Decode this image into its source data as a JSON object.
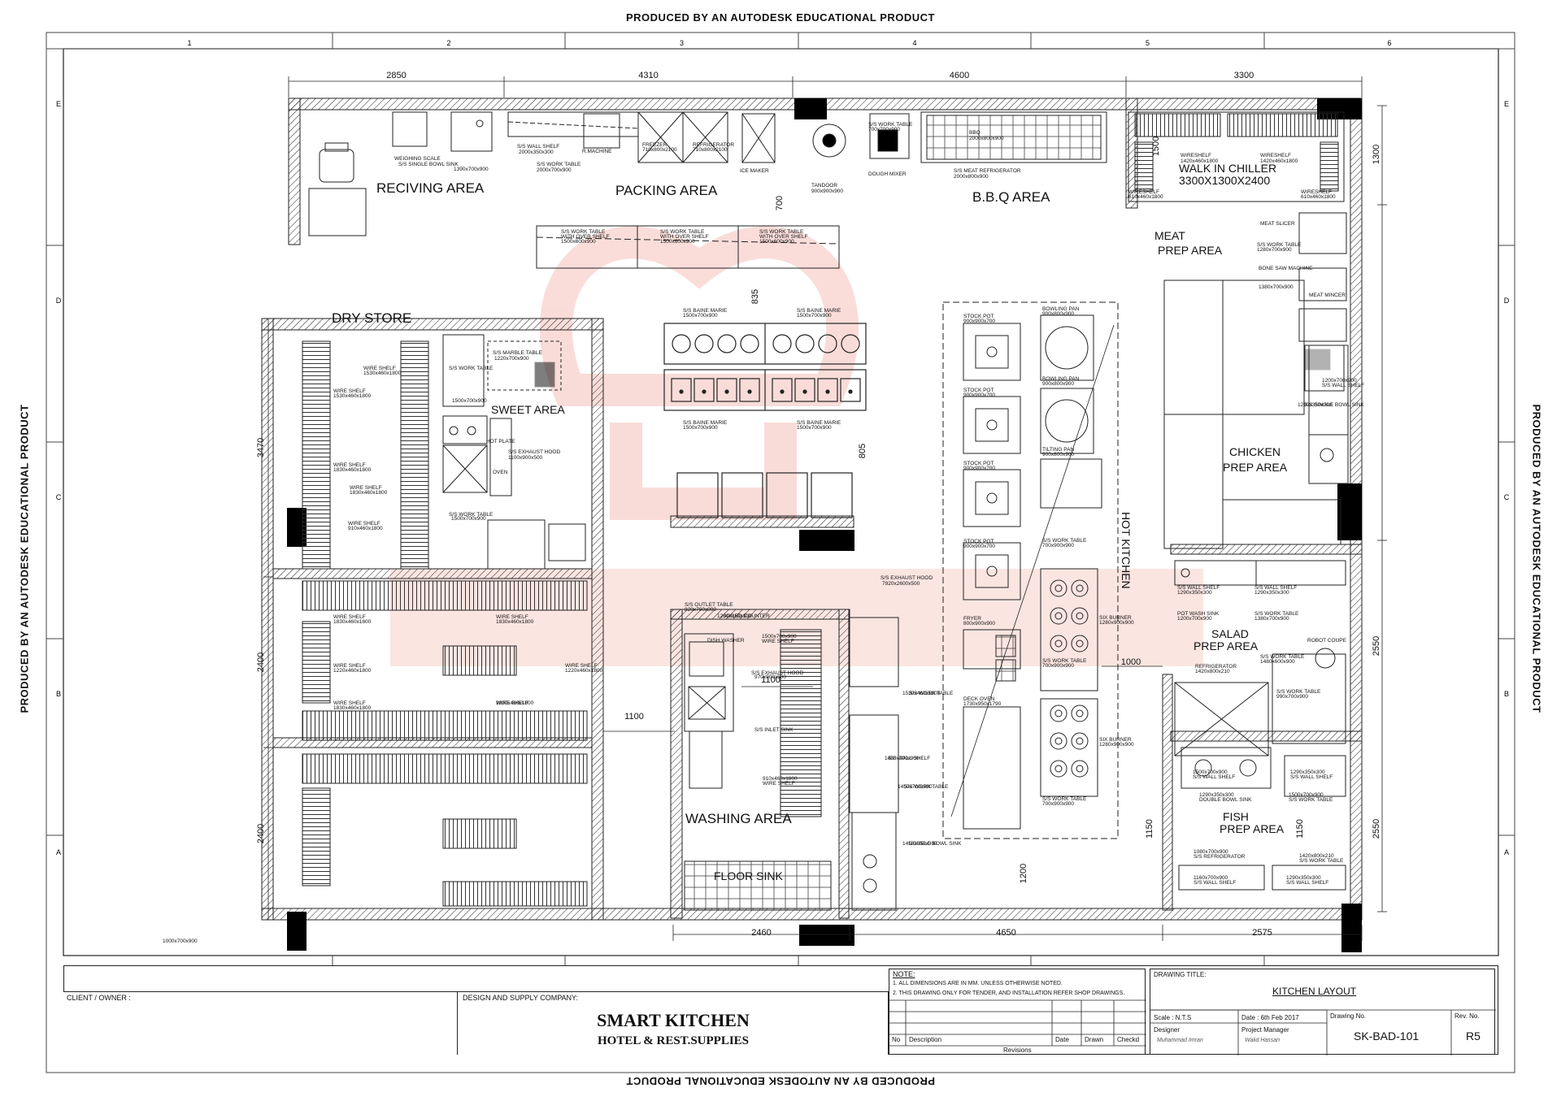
{
  "watermark": "PRODUCED BY AN AUTODESK EDUCATIONAL PRODUCT",
  "grid": {
    "columns": [
      "1",
      "2",
      "3",
      "4",
      "5",
      "6"
    ],
    "rows": [
      "E",
      "D",
      "C",
      "B",
      "A"
    ]
  },
  "dimensions": {
    "top": [
      "2850",
      "4310",
      "4600",
      "3300"
    ],
    "bottom": [
      "2460",
      "4650",
      "2575"
    ],
    "left": [
      "3470",
      "2400",
      "2400"
    ],
    "right": [
      "1300",
      "2550",
      "2550"
    ],
    "inner": [
      "700",
      "835",
      "805",
      "1100",
      "1100",
      "1000",
      "1200",
      "1150",
      "1150",
      "1500"
    ]
  },
  "areas": [
    {
      "id": "reciving",
      "label": "RECIVING AREA"
    },
    {
      "id": "packing",
      "label": "PACKING AREA"
    },
    {
      "id": "bbq",
      "label": "B.B.Q AREA"
    },
    {
      "id": "walkin",
      "label": "WALK IN CHILLER"
    },
    {
      "id": "walkin_size",
      "label": "3300X1300X2400"
    },
    {
      "id": "meat",
      "label": "MEAT"
    },
    {
      "id": "meat2",
      "label": "PREP AREA"
    },
    {
      "id": "dry",
      "label": "DRY STORE"
    },
    {
      "id": "sweet",
      "label": "SWEET AREA"
    },
    {
      "id": "hot",
      "label": "HOT KITCHEN"
    },
    {
      "id": "chicken",
      "label": "CHICKEN"
    },
    {
      "id": "chicken2",
      "label": "PREP AREA"
    },
    {
      "id": "salad",
      "label": "SALAD"
    },
    {
      "id": "salad2",
      "label": "PREP AREA"
    },
    {
      "id": "washing",
      "label": "WASHING AREA"
    },
    {
      "id": "floorsink",
      "label": "FLOOR SINK"
    },
    {
      "id": "fish",
      "label": "FISH"
    },
    {
      "id": "fish2",
      "label": "PREP AREA"
    }
  ],
  "equipment_labels": [
    "WEIGHING SCALE",
    "S/S SINGLE BOWL SINK",
    "1390x700x900",
    "S/S WALL SHELF",
    "2000x350x300",
    "S/S WORK TABLE",
    "2000x700x900",
    "R.MACHINE",
    "FREEZER",
    "710x800x2100",
    "REFRIGERATOR",
    "710x800x2100",
    "ICE MAKER",
    "TANDOOR",
    "900x900x900",
    "S/S WORK TABLE",
    "700x700x900",
    "DOUGH MIXER",
    "BBQ",
    "2000x800x900",
    "S/S MEAT REFRIGERATOR",
    "2000x800x900",
    "WIRESHELF",
    "1420x460x1800",
    "WIRESHELF",
    "1420x460x1800",
    "WIRESHELF",
    "610x460x1800",
    "WIRESHELF",
    "610x460x1800",
    "S/S WORK TABLE",
    "WITH OVER SHELF",
    "1500x600x900",
    "S/S WORK TABLE",
    "WITH OVER SHELF",
    "1500x600x900",
    "S/S WORK TABLE",
    "WITH OVER SHELF",
    "1500x600x900",
    "MEAT SLICER",
    "S/S WORK TABLE",
    "1280x700x900",
    "BONE SAW MACHINE",
    "1380x700x900",
    "MEAT MINCER",
    "WIRE SHELF",
    "1530x460x1800",
    "WIRE SHELF",
    "1530x460x1800",
    "WIRE SHELF",
    "1830x460x1800",
    "WIRE SHELF",
    "1830x460x1800",
    "WIRE SHELF",
    "910x460x1800",
    "S/S MARBLE TABLE",
    "1220x700x900",
    "S/S WORK TABLE",
    "1500x700x900",
    "HOT PLATE",
    "S/S EXHAUST HOOD",
    "1100x900x500",
    "OVEN",
    "S/S WORK TABLE",
    "1500x700x900",
    "S/S BAINE MARIE",
    "1500x700x900",
    "S/S BAINE MARIE",
    "1500x700x900",
    "S/S BAINE MARIE",
    "1500x700x900",
    "S/S BAINE MARIE",
    "1500x700x900",
    "STOCK POT",
    "900x900x700",
    "STOCK POT",
    "900x900x700",
    "STOCK POT",
    "900x900x700",
    "STOCK POT",
    "900x900x700",
    "BOWLING PAN",
    "900x800x900",
    "BOWLING PAN",
    "900x800x900",
    "TILTING PAN",
    "900x800x900",
    "S/S WORK TABLE",
    "700x900x900",
    "SIX BURNER",
    "1280x900x900",
    "S/S WORK TABLE",
    "700x900x900",
    "SIX BURNER",
    "1280x900x900",
    "S/S WORK TABLE",
    "700x900x900",
    "FRYER",
    "800x900x900",
    "DECK OVEN",
    "1730x950x1790",
    "S/S EXHAUST HOOD",
    "7920x2600x500",
    "S/S WALL SHELF",
    "1290x350x300",
    "S/S WALL SHELF",
    "1290x350x300",
    "POT WASH SINK",
    "1200x700x900",
    "S/S WORK TABLE",
    "1380x700x900",
    "ROBOT COUPE",
    "REFRIGERATOR",
    "1420x800x210",
    "S/S WORK TABLE",
    "1480x600x900",
    "S/S WORK TABLE",
    "990x700x900",
    "WIRE SHELF",
    "1830x460x1800",
    "WIRE SHELF",
    "1830x460x1800",
    "WIRE SHELF",
    "1220x460x1800",
    "WIRE SHELF",
    "1220x460x1800",
    "WIRE SHELF",
    "1830x460x1800",
    "WIRE SHELF",
    "1830x460x1800",
    "S/S OUTLET TABLE",
    "820x700x900",
    "DISH WASHER",
    "S/S EXHAUST HOOD",
    "970x900x500",
    "S/S INLET SINK",
    "1500x700x900",
    "WIRE SHELF",
    "910x460x1800",
    "WIRE SHELF",
    "1530x460x1800",
    "S/S WORK TABLE",
    "1450x700x900",
    "S/S WORK TABLE",
    "1450x700x900",
    "S/S WALL SHELF",
    "1450x350x300",
    "DOUBLE BOWL SINK",
    "1500x700x900",
    "S/S WALL SHELF",
    "1290x350x300",
    "S/S WALL SHELF",
    "1290x350x300",
    "DOUBLE BOWL SINK",
    "1500x700x900",
    "S/S WORK TABLE",
    "1080x700x900",
    "S/S REFRIGERATOR",
    "1420x800x210",
    "S/S WORK TABLE",
    "1160x700x900",
    "S/S WALL SHELF",
    "1290x350x300",
    "S/S WALL SHELF",
    "1290x350x300",
    "S/S SINGLE BOWL SINK",
    "1200x700x900",
    "S/S WALL SHELF",
    "1290x350x300",
    "SOILED COUNTER",
    "1000x700x900"
  ],
  "title_block": {
    "client_label": "CLIENT / OWNER :",
    "design_label": "DESIGN AND SUPPLY COMPANY:",
    "company_name": "SMART KITCHEN",
    "company_sub": "HOTEL & REST.SUPPLIES",
    "note_label": "NOTE:",
    "note_1": "1. ALL DIMENSIONS ARE IN MM. UNLESS OTHERWISE NOTED.",
    "note_2": "2. THIS DRAWING ONLY FOR TENDER, AND INSTALLATION REFER SHOP DRAWINGS.",
    "rev_headers": [
      "No",
      "Description",
      "Date",
      "Drawn",
      "Checkd"
    ],
    "revisions_label": "Revisions",
    "drawing_title_label": "DRAWING TITLE:",
    "drawing_title": "KITCHEN LAYOUT",
    "scale": "Scale : N.T.S",
    "date": "Date : 6th Feb 2017",
    "drawing_no_label": "Drawing No.",
    "rev_no_label": "Rev. No.",
    "designer_label": "Designer",
    "designer_name": "Muhammad Imran",
    "pm_label": "Project Manager",
    "pm_name": "Walid Hassan",
    "drawing_no": "SK-BAD-101",
    "rev_no": "R5"
  }
}
